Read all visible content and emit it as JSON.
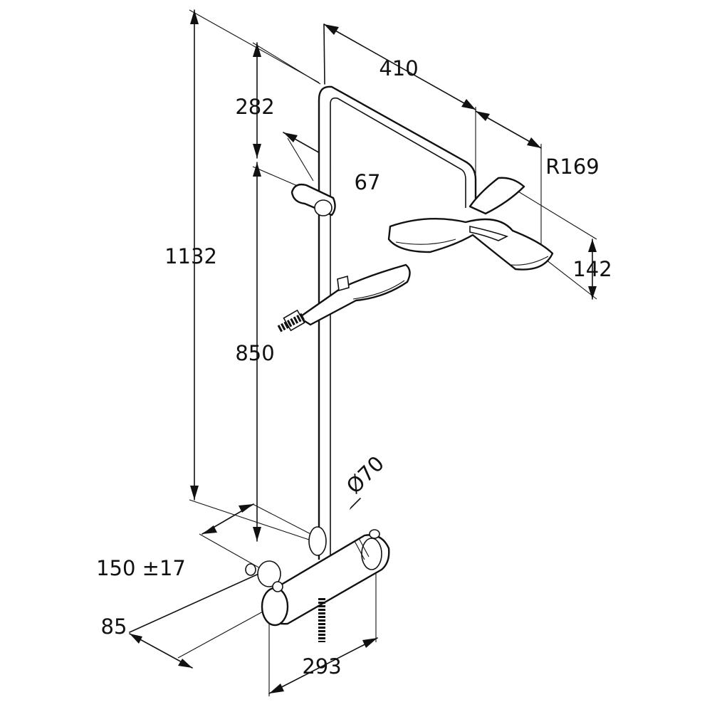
{
  "figure": {
    "kind": "shower-system-dimension-drawing",
    "units": "mm"
  },
  "dimensions": {
    "total_height": "1132",
    "head_drop": "282",
    "holder_offset": "67",
    "handshower_rail": "850",
    "arm_reach": "410",
    "head_radius": "R169",
    "head_height": "142",
    "pipe_diameter": "Ø70",
    "wall_offset": "150 ±17",
    "mixer_depth": "85",
    "mixer_width": "293"
  },
  "colors": {
    "line": "#111111",
    "background": "#ffffff"
  }
}
